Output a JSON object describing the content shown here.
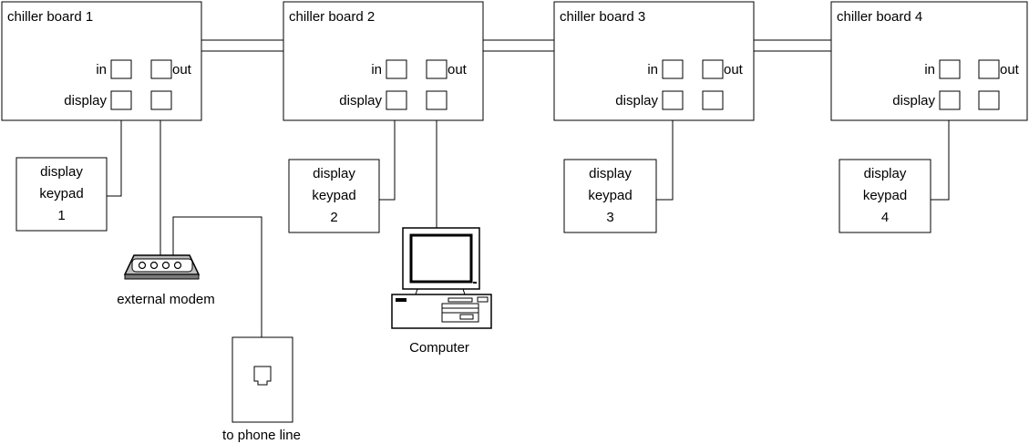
{
  "boards": [
    {
      "title": "chiller board 1",
      "in_label": "in",
      "out_label": "out",
      "display_label": "display"
    },
    {
      "title": "chiller board 2",
      "in_label": "in",
      "out_label": "out",
      "display_label": "display"
    },
    {
      "title": "chiller board 3",
      "in_label": "in",
      "out_label": "out",
      "display_label": "display"
    },
    {
      "title": "chiller board 4",
      "in_label": "in",
      "out_label": "out",
      "display_label": "display"
    }
  ],
  "keypads": [
    {
      "line1": "display",
      "line2": "keypad",
      "number": "1"
    },
    {
      "line1": "display",
      "line2": "keypad",
      "number": "2"
    },
    {
      "line1": "display",
      "line2": "keypad",
      "number": "3"
    },
    {
      "line1": "display",
      "line2": "keypad",
      "number": "4"
    }
  ],
  "modem": {
    "label": "external modem",
    "icon": "modem-icon"
  },
  "computer": {
    "label": "Computer",
    "icon": "computer-icon"
  },
  "phone_jack": {
    "label": "to phone line",
    "icon": "phone-jack-icon"
  }
}
